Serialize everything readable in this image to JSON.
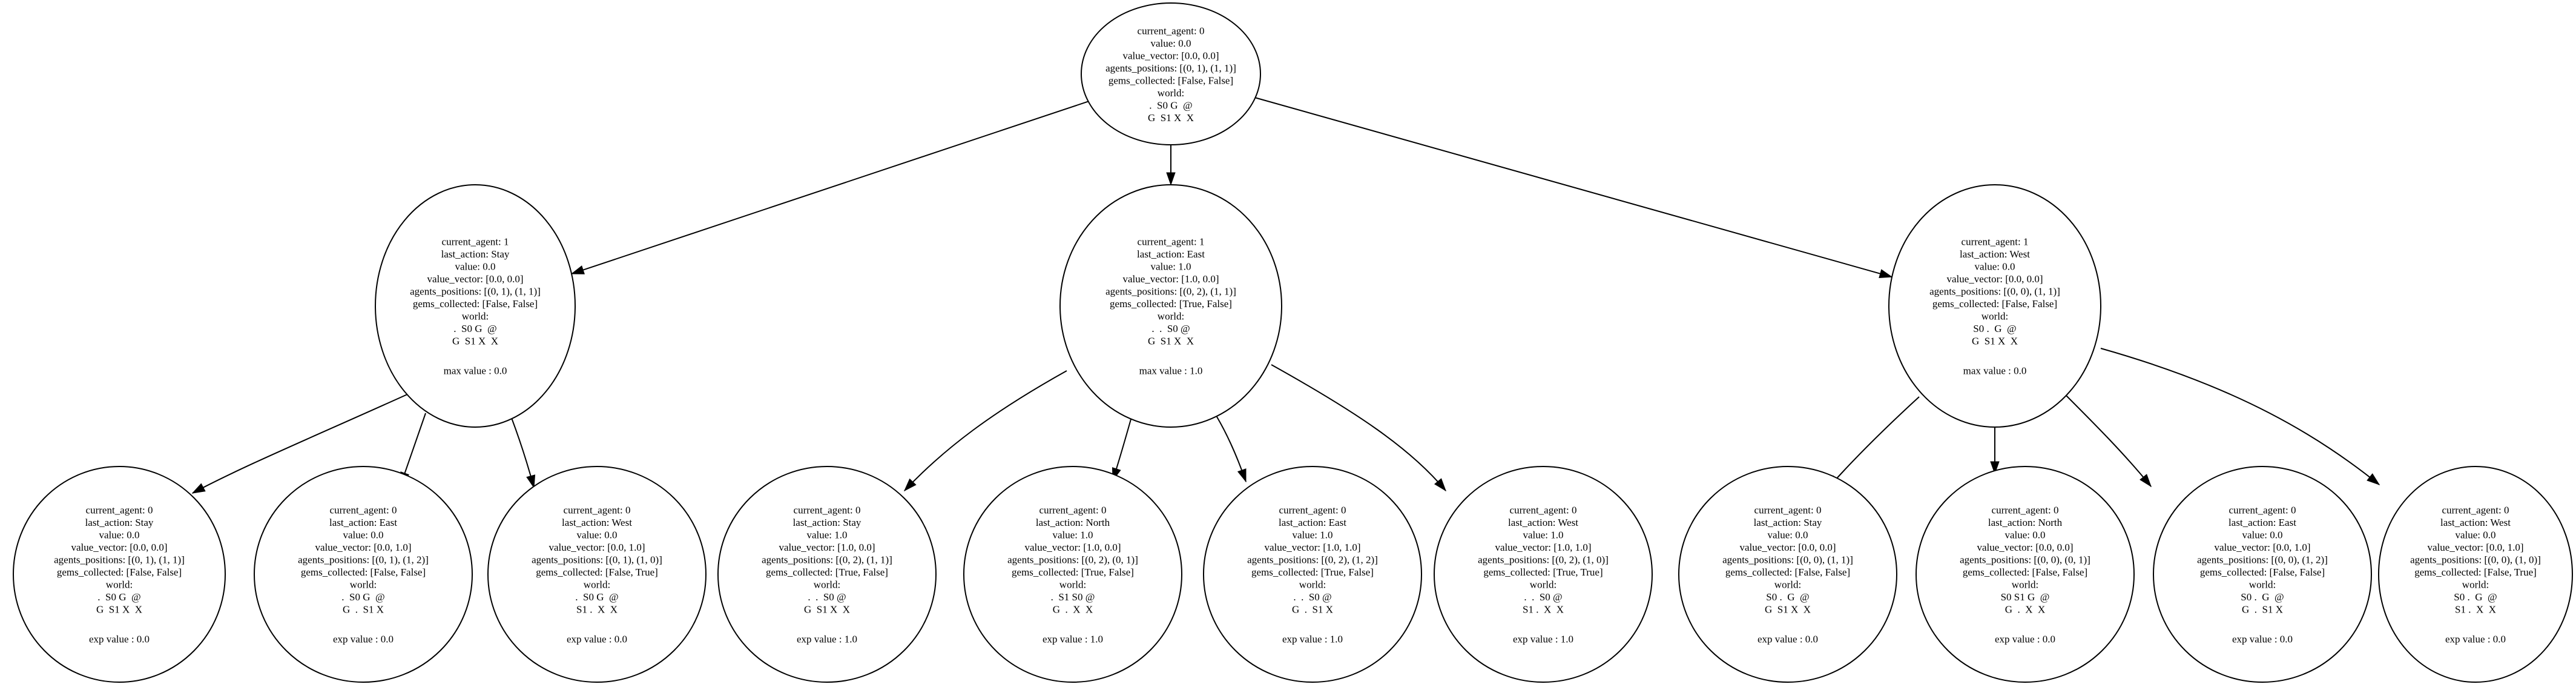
{
  "nodes": [
    {
      "id": "root",
      "lines": [
        "current_agent: 0",
        "value: 0.0",
        "value_vector: [0.0, 0.0]",
        "agents_positions: [(0, 1), (1, 1)]",
        "gems_collected: [False, False]",
        "world:",
        ".  S0 G  @",
        "G  S1 X  X"
      ],
      "footer": ""
    },
    {
      "id": "stay",
      "lines": [
        "current_agent: 1",
        "last_action: Stay",
        "value: 0.0",
        "value_vector: [0.0, 0.0]",
        "agents_positions: [(0, 1), (1, 1)]",
        "gems_collected: [False, False]",
        "world:",
        ".  S0 G  @",
        "G  S1 X  X"
      ],
      "footer": "max value : 0.0"
    },
    {
      "id": "east",
      "lines": [
        "current_agent: 1",
        "last_action: East",
        "value: 1.0",
        "value_vector: [1.0, 0.0]",
        "agents_positions: [(0, 2), (1, 1)]",
        "gems_collected: [True, False]",
        "world:",
        ".  .  S0 @",
        "G  S1 X  X"
      ],
      "footer": "max value : 1.0"
    },
    {
      "id": "west",
      "lines": [
        "current_agent: 1",
        "last_action: West",
        "value: 0.0",
        "value_vector: [0.0, 0.0]",
        "agents_positions: [(0, 0), (1, 1)]",
        "gems_collected: [False, False]",
        "world:",
        "S0 .  G  @",
        "G  S1 X  X"
      ],
      "footer": "max value : 0.0"
    },
    {
      "id": "stay-stay",
      "lines": [
        "current_agent: 0",
        "last_action: Stay",
        "value: 0.0",
        "value_vector: [0.0, 0.0]",
        "agents_positions: [(0, 1), (1, 1)]",
        "gems_collected: [False, False]",
        "world:",
        ".  S0 G  @",
        "G  S1 X  X"
      ],
      "footer": "exp value : 0.0"
    },
    {
      "id": "stay-east",
      "lines": [
        "current_agent: 0",
        "last_action: East",
        "value: 0.0",
        "value_vector: [0.0, 1.0]",
        "agents_positions: [(0, 1), (1, 2)]",
        "gems_collected: [False, False]",
        "world:",
        ".  S0 G  @",
        "G  .  S1 X"
      ],
      "footer": "exp value : 0.0"
    },
    {
      "id": "stay-west",
      "lines": [
        "current_agent: 0",
        "last_action: West",
        "value: 0.0",
        "value_vector: [0.0, 1.0]",
        "agents_positions: [(0, 1), (1, 0)]",
        "gems_collected: [False, True]",
        "world:",
        ".  S0 G  @",
        "S1 .  X  X"
      ],
      "footer": "exp value : 0.0"
    },
    {
      "id": "east-stay",
      "lines": [
        "current_agent: 0",
        "last_action: Stay",
        "value: 1.0",
        "value_vector: [1.0, 0.0]",
        "agents_positions: [(0, 2), (1, 1)]",
        "gems_collected: [True, False]",
        "world:",
        ".  .  S0 @",
        "G  S1 X  X"
      ],
      "footer": "exp value : 1.0"
    },
    {
      "id": "east-north",
      "lines": [
        "current_agent: 0",
        "last_action: North",
        "value: 1.0",
        "value_vector: [1.0, 0.0]",
        "agents_positions: [(0, 2), (0, 1)]",
        "gems_collected: [True, False]",
        "world:",
        ".  S1 S0 @",
        "G  .  X  X"
      ],
      "footer": "exp value : 1.0"
    },
    {
      "id": "east-east",
      "lines": [
        "current_agent: 0",
        "last_action: East",
        "value: 1.0",
        "value_vector: [1.0, 1.0]",
        "agents_positions: [(0, 2), (1, 2)]",
        "gems_collected: [True, False]",
        "world:",
        ".  .  S0 @",
        "G  .  S1 X"
      ],
      "footer": "exp value : 1.0"
    },
    {
      "id": "east-west",
      "lines": [
        "current_agent: 0",
        "last_action: West",
        "value: 1.0",
        "value_vector: [1.0, 1.0]",
        "agents_positions: [(0, 2), (1, 0)]",
        "gems_collected: [True, True]",
        "world:",
        ".  .  S0 @",
        "S1 .  X  X"
      ],
      "footer": "exp value : 1.0"
    },
    {
      "id": "west-stay",
      "lines": [
        "current_agent: 0",
        "last_action: Stay",
        "value: 0.0",
        "value_vector: [0.0, 0.0]",
        "agents_positions: [(0, 0), (1, 1)]",
        "gems_collected: [False, False]",
        "world:",
        "S0 .  G  @",
        "G  S1 X  X"
      ],
      "footer": "exp value : 0.0"
    },
    {
      "id": "west-north",
      "lines": [
        "current_agent: 0",
        "last_action: North",
        "value: 0.0",
        "value_vector: [0.0, 0.0]",
        "agents_positions: [(0, 0), (0, 1)]",
        "gems_collected: [False, False]",
        "world:",
        "S0 S1 G  @",
        "G  .  X  X"
      ],
      "footer": "exp value : 0.0"
    },
    {
      "id": "west-east",
      "lines": [
        "current_agent: 0",
        "last_action: East",
        "value: 0.0",
        "value_vector: [0.0, 1.0]",
        "agents_positions: [(0, 0), (1, 2)]",
        "gems_collected: [False, False]",
        "world:",
        "S0 .  G  @",
        "G  .  S1 X"
      ],
      "footer": "exp value : 0.0"
    },
    {
      "id": "west-west",
      "lines": [
        "current_agent: 0",
        "last_action: West",
        "value: 0.0",
        "value_vector: [0.0, 1.0]",
        "agents_positions: [(0, 0), (1, 0)]",
        "gems_collected: [False, True]",
        "world:",
        "S0 .  G  @",
        "S1 .  X  X"
      ],
      "footer": "exp value : 0.0"
    }
  ],
  "edges": [
    [
      "root",
      "stay"
    ],
    [
      "root",
      "east"
    ],
    [
      "root",
      "west"
    ],
    [
      "stay",
      "stay-stay"
    ],
    [
      "stay",
      "stay-east"
    ],
    [
      "stay",
      "stay-west"
    ],
    [
      "east",
      "east-stay"
    ],
    [
      "east",
      "east-north"
    ],
    [
      "east",
      "east-east"
    ],
    [
      "east",
      "east-west"
    ],
    [
      "west",
      "west-stay"
    ],
    [
      "west",
      "west-north"
    ],
    [
      "west",
      "west-east"
    ],
    [
      "west",
      "west-west"
    ]
  ]
}
